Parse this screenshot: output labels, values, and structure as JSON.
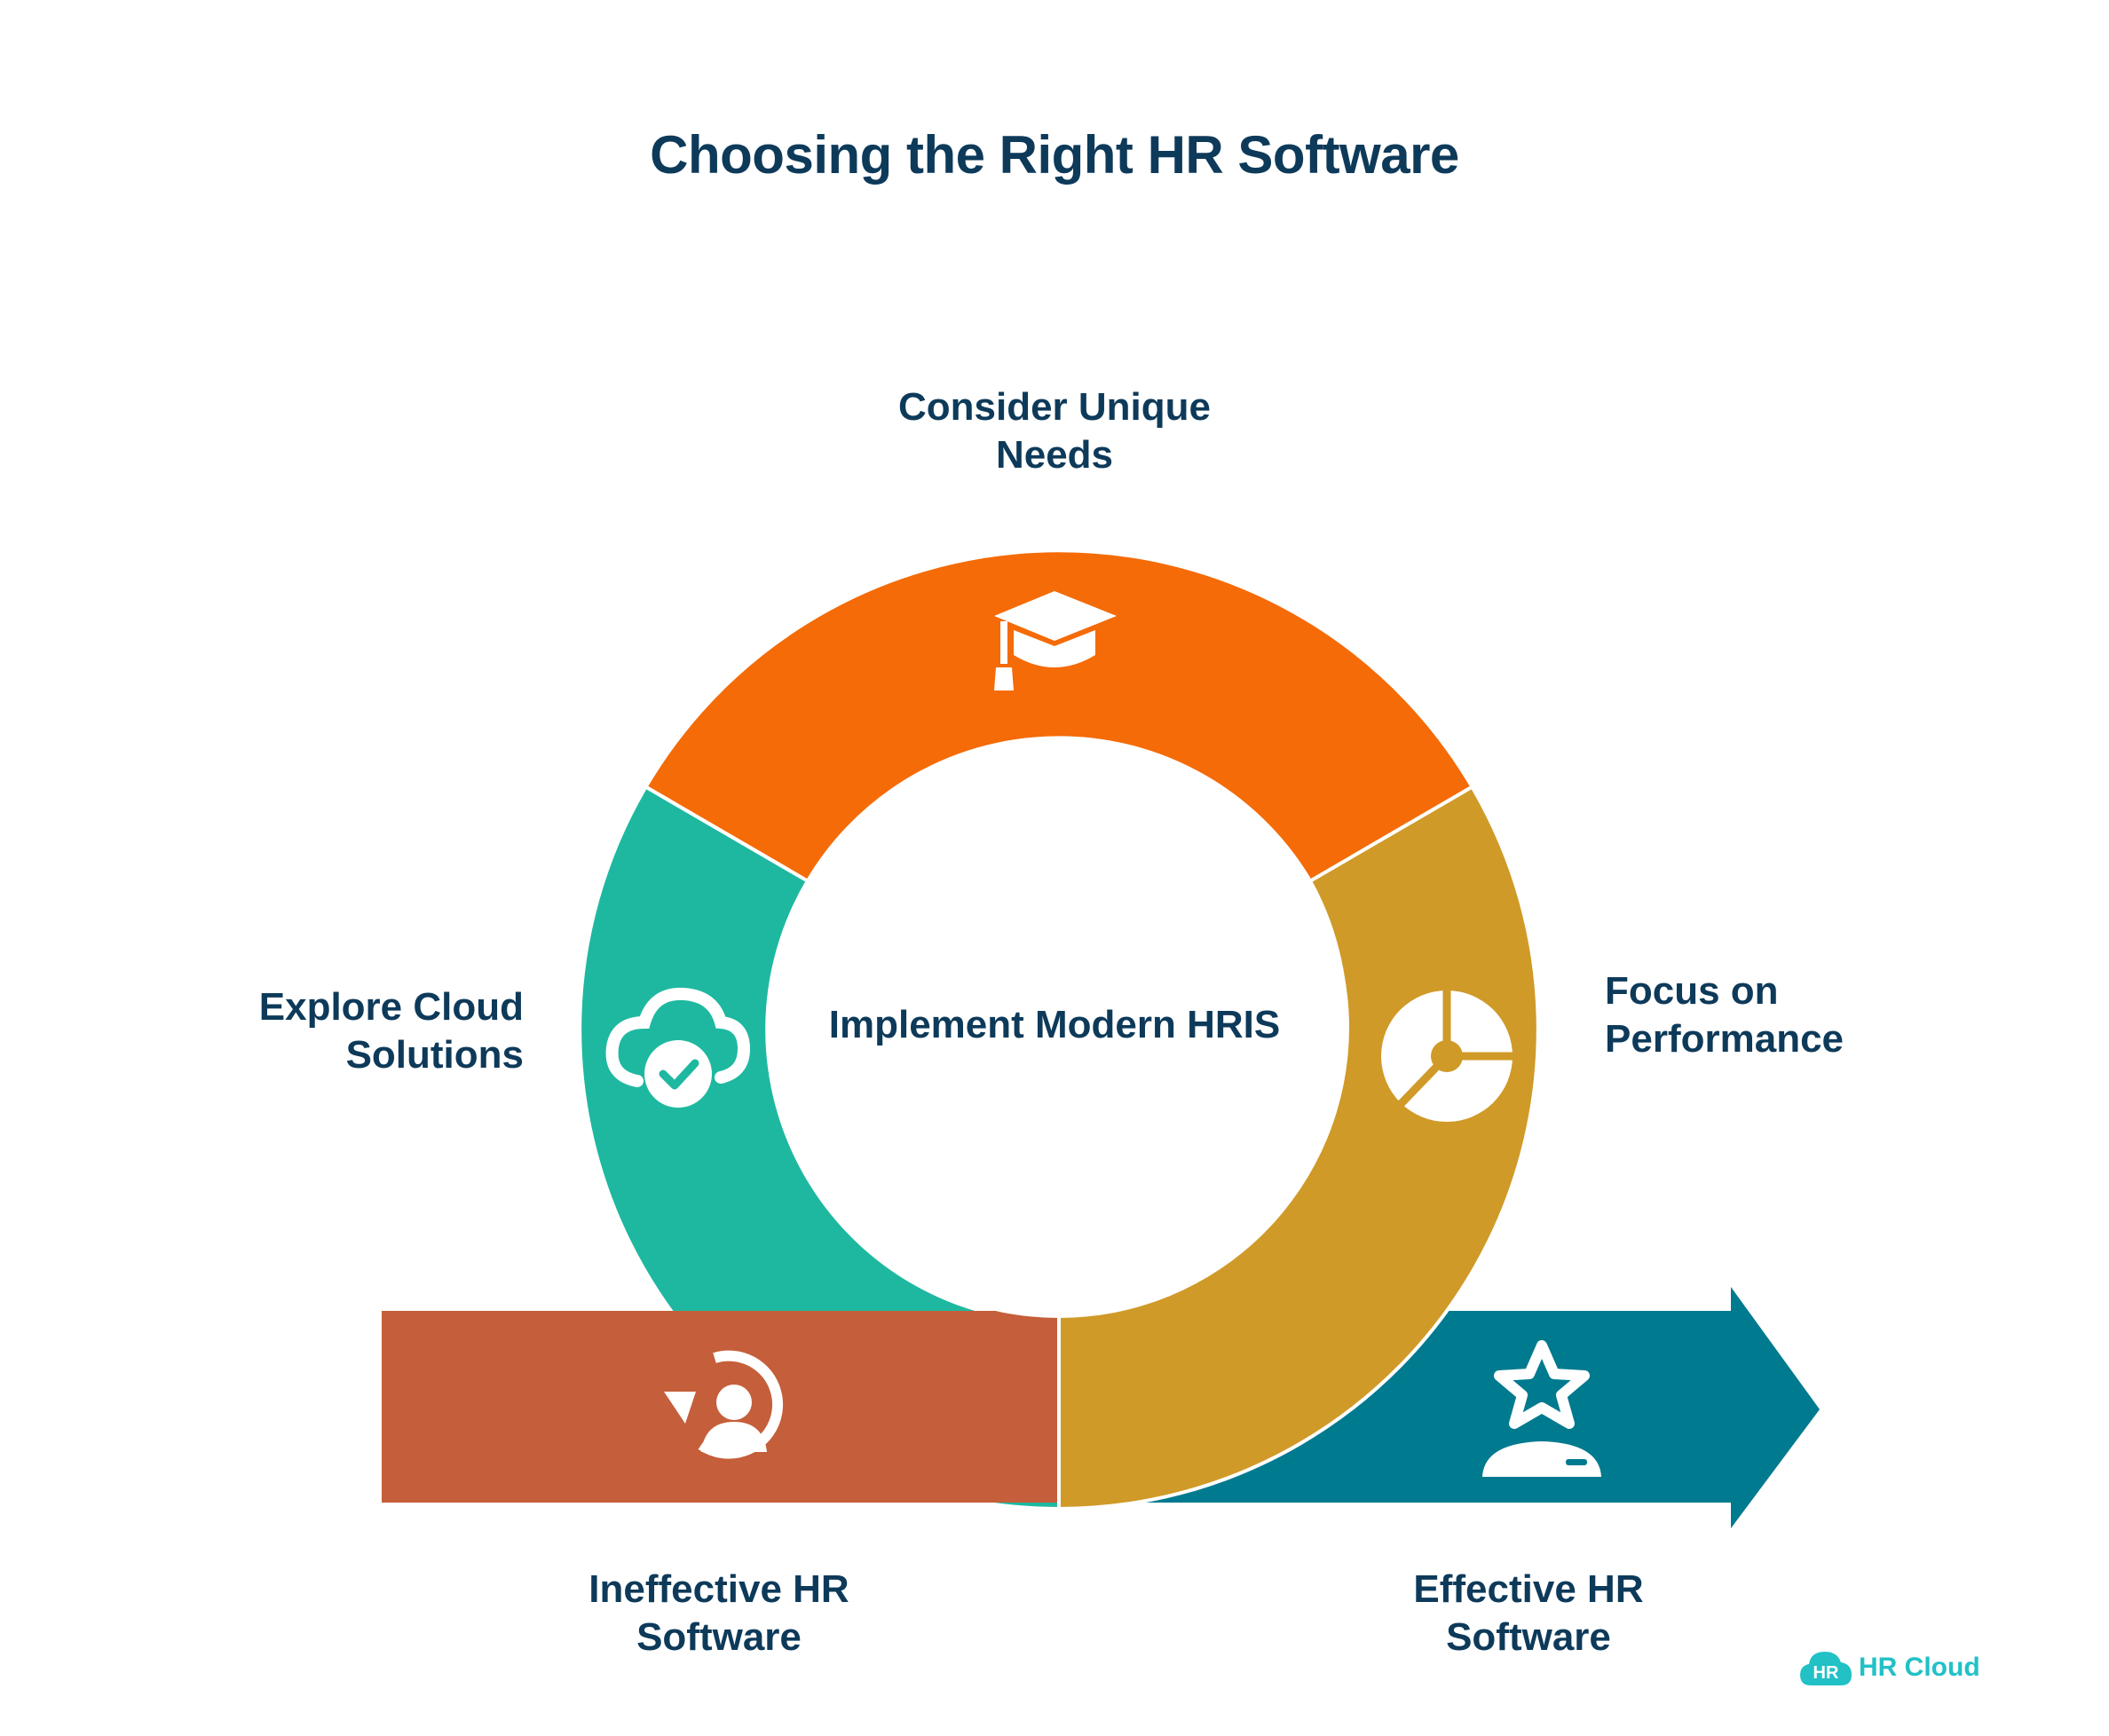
{
  "title": "Choosing the Right HR Software",
  "center": "Implement Modern HRIS",
  "steps": {
    "top": {
      "line1": "Consider Unique",
      "line2": "Needs",
      "icon": "graduation-cap-icon",
      "color": "#f46b07"
    },
    "left": {
      "line1": "Explore Cloud",
      "line2": "Solutions",
      "icon": "cloud-check-icon",
      "color": "#1eb8a0"
    },
    "right": {
      "line1": "Focus on",
      "line2": "Performance",
      "icon": "pie-chart-icon",
      "color": "#d09a28"
    }
  },
  "start": {
    "line1": "Ineffective HR",
    "line2": "Software",
    "icon": "user-refresh-icon",
    "color": "#c55e3a"
  },
  "end": {
    "line1": "Effective HR",
    "line2": "Software",
    "icon": "star-user-icon",
    "color": "#007a8f"
  },
  "logo": {
    "badge": "HR",
    "text": "HR Cloud",
    "color": "#21c1c6"
  }
}
